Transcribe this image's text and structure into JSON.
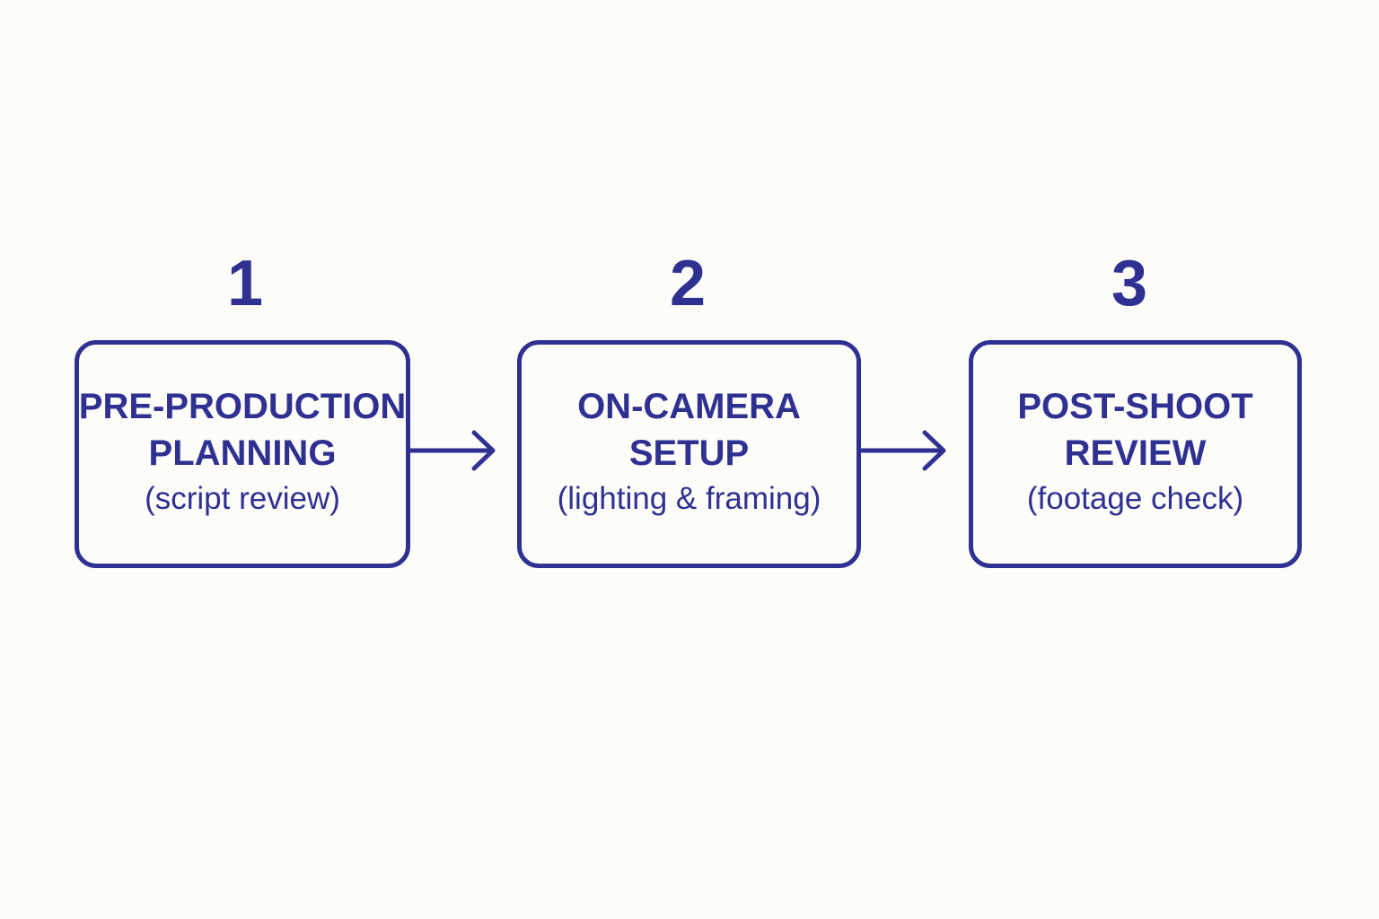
{
  "colors": {
    "background": "#fdfcf8",
    "accent": "#2e3191"
  },
  "steps": [
    {
      "number": "1",
      "title_line1": "PRE-PRODUCTION",
      "title_line2": "PLANNING",
      "subtitle": "(script review)"
    },
    {
      "number": "2",
      "title_line1": "ON-CAMERA",
      "title_line2": "SETUP",
      "subtitle": "(lighting & framing)"
    },
    {
      "number": "3",
      "title_line1": "POST-SHOOT",
      "title_line2": "REVIEW",
      "subtitle": "(footage check)"
    }
  ],
  "connectors": [
    {
      "from": "1",
      "to": "2",
      "icon": "arrow-right-icon"
    },
    {
      "from": "2",
      "to": "3",
      "icon": "arrow-right-icon"
    }
  ]
}
